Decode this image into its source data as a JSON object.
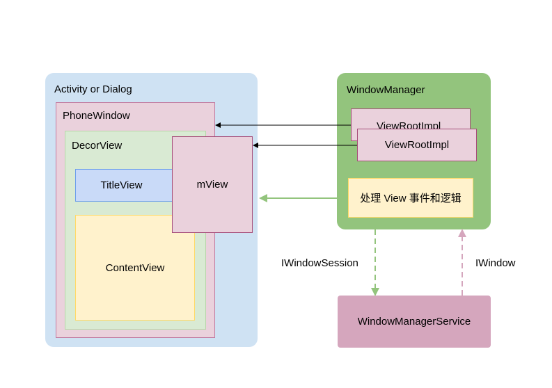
{
  "activity": {
    "label": "Activity or Dialog"
  },
  "phone_window": {
    "label": "PhoneWindow"
  },
  "decor_view": {
    "label": "DecorView"
  },
  "title_view": {
    "label": "TitleView"
  },
  "content_view": {
    "label": "ContentView"
  },
  "m_view": {
    "label": "mView"
  },
  "window_manager": {
    "label": "WindowManager",
    "view_root_impl_1": "ViewRootImpl",
    "view_root_impl_2": "ViewRootImpl",
    "event_box": "处理 View 事件和逻辑"
  },
  "wms": {
    "label": "WindowManagerService"
  },
  "links": {
    "iwindow_session": "IWindowSession",
    "iwindow": "IWindow"
  },
  "colors": {
    "activity_bg": "#cfe2f3",
    "phone_window_bg": "#ead1dc",
    "decor_view_bg": "#d9ead3",
    "title_view_bg": "#c9daf8",
    "content_view_bg": "#fff2cc",
    "window_manager_bg": "#93c47d",
    "wms_bg": "#d5a6bd",
    "green_arrow": "#93c47d",
    "pink_arrow": "#d5a6bd"
  }
}
